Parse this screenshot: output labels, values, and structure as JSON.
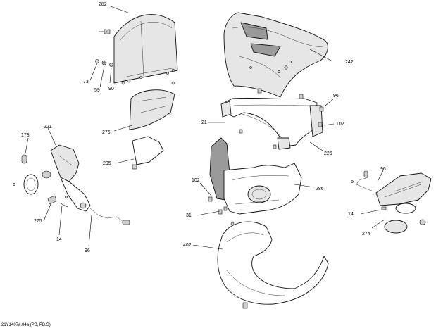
{
  "diagram": {
    "callouts": {
      "c282": "282",
      "c242": "242",
      "c73": "73",
      "c59": "59",
      "c90": "90",
      "c276": "276",
      "c96_top": "96",
      "c21": "21",
      "c102_right": "102",
      "c226": "226",
      "c178": "178",
      "c221": "221",
      "c295": "295",
      "c102_left": "102",
      "c286": "286",
      "c96_right": "96",
      "c14_right": "14",
      "c274": "274",
      "c31": "31",
      "c275": "275",
      "c14_left": "14",
      "c96_bottom": "96",
      "c402": "402"
    },
    "footer_code": "21Y1407a.04a (PB, PB.S)"
  }
}
